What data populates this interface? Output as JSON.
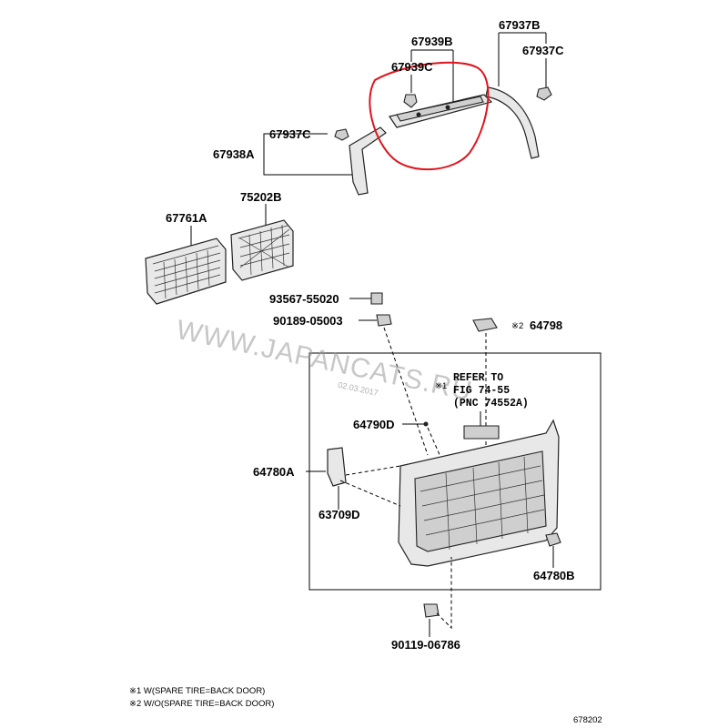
{
  "labels": {
    "p67939B": "67939B",
    "p67939C": "67939C",
    "p67937B": "67937B",
    "p67937C_top": "67937C",
    "p67937C_left": "67937C",
    "p67938A": "67938A",
    "p67761A": "67761A",
    "p75202B": "75202B",
    "p93567": "93567-55020",
    "p90189": "90189-05003",
    "p64798": "64798",
    "p64798_mark": "※2",
    "p64790D": "64790D",
    "p64780A": "64780A",
    "p63709D": "63709D",
    "p64780B": "64780B",
    "p90119": "90119-06786"
  },
  "refer": {
    "mark": "※1",
    "line1": "REFER TO",
    "line2": "FIG 74-55",
    "line3": "(PNC 74552A)"
  },
  "watermark": {
    "text": "WWW.JAPANCATS.RU",
    "date": "02.03.2017"
  },
  "footnotes": {
    "note1": "※1 W(SPARE TIRE=BACK DOOR)",
    "note2": "※2 W/O(SPARE TIRE=BACK DOOR)"
  },
  "figure_id": "678202",
  "highlight_color": "#e0141c"
}
